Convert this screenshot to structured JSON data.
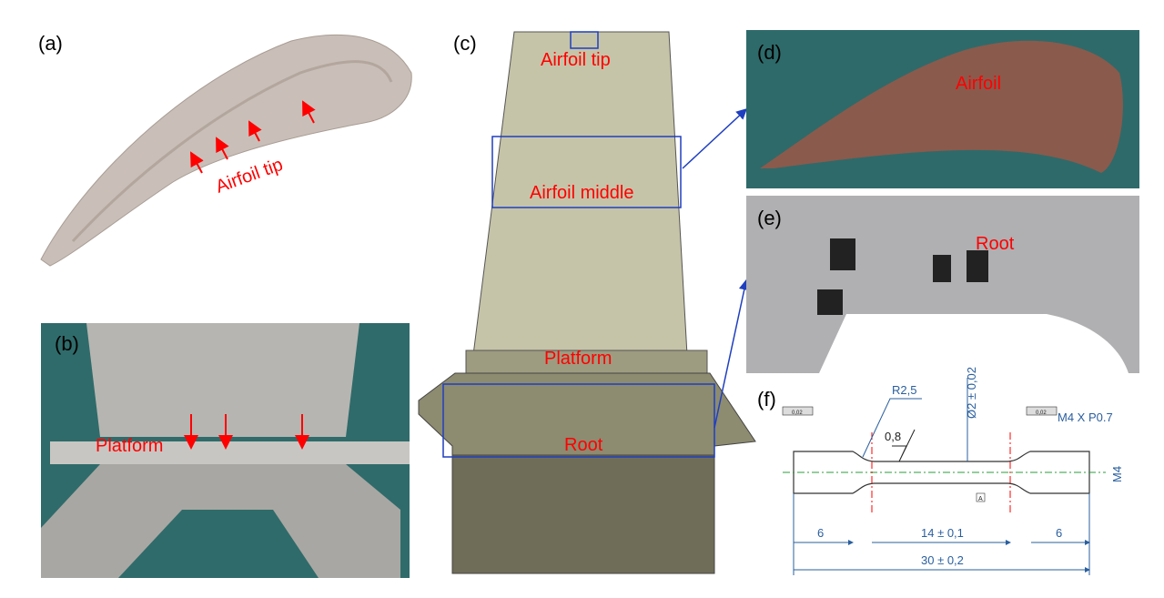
{
  "panels": {
    "a": {
      "label": "(a)",
      "annotation": "Airfoil tip"
    },
    "b": {
      "label": "(b)",
      "annotation": "Platform"
    },
    "c": {
      "label": "(c)",
      "annotations": [
        "Airfoil tip",
        "Airfoil middle",
        "Platform",
        "Root"
      ]
    },
    "d": {
      "label": "(d)",
      "annotation": "Airfoil"
    },
    "e": {
      "label": "(e)",
      "annotation": "Root"
    },
    "f": {
      "label": "(f)",
      "radius": "R2,5",
      "diameter": "Ø2 ± 0,02",
      "roughness": "0,8",
      "thread": "M4 X P0.7",
      "thread_dim": "M4",
      "datum": "A",
      "tolerance_frame": "0,02",
      "grip_length": "6",
      "gauge_length": "14 ± 0,1",
      "total_length": "30 ± 0,2"
    }
  },
  "colors": {
    "annotation": "#ff0000",
    "highlight": "#1f3fbf",
    "dimension": "#2a5f9e"
  }
}
